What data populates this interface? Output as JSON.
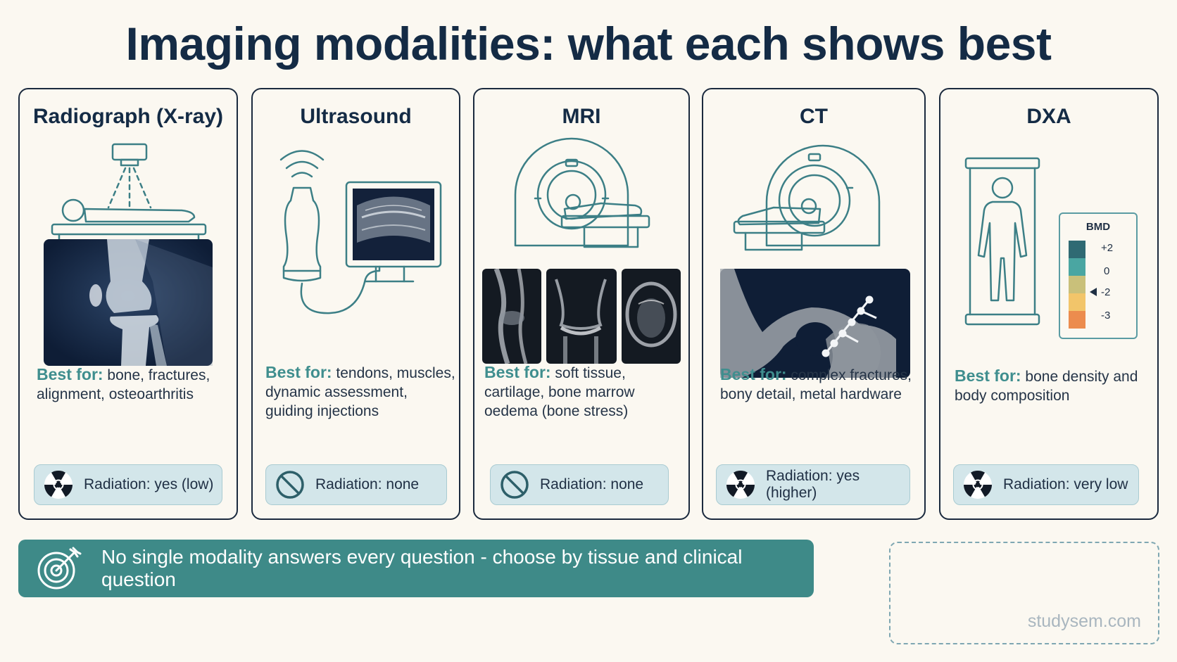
{
  "title": "Imaging modalities: what each shows best",
  "best_for_label": "Best for:",
  "cards": [
    {
      "name": "Radiograph (X-ray)",
      "best_for": "bone, fractures, alignment, osteoarthritis",
      "radiation": "Radiation: yes (low)",
      "radiation_icon": "radiation-icon"
    },
    {
      "name": "Ultrasound",
      "best_for": "tendons, muscles, dynamic assessment, guiding injections",
      "radiation": "Radiation: none",
      "radiation_icon": "no-radiation-icon"
    },
    {
      "name": "MRI",
      "best_for": "soft tissue, cartilage, bone marrow oedema (bone stress)",
      "radiation": "Radiation: none",
      "radiation_icon": "no-radiation-icon"
    },
    {
      "name": "CT",
      "best_for": "complex fractures, bony detail, metal hardware",
      "radiation": "Radiation: yes (higher)",
      "radiation_icon": "radiation-icon"
    },
    {
      "name": "DXA",
      "best_for": "bone density and body composition",
      "radiation": "Radiation: very low",
      "radiation_icon": "radiation-icon"
    }
  ],
  "bmd_scale": {
    "label": "BMD",
    "ticks": [
      "+2",
      "0",
      "-2",
      "-3"
    ],
    "colors": [
      "#2f6a73",
      "#4aa6a2",
      "#c9c07a",
      "#f2c56a",
      "#ec8c4e"
    ]
  },
  "banner": {
    "text": "No single modality answers every question - choose by tissue and clinical question",
    "icon": "target-icon"
  },
  "watermark": "studysem.com",
  "colors": {
    "navy": "#142b45",
    "teal": "#3e8a88",
    "accent_text": "#3f8e8e",
    "pill": "#d3e6ea",
    "background": "#fbf8f1"
  }
}
